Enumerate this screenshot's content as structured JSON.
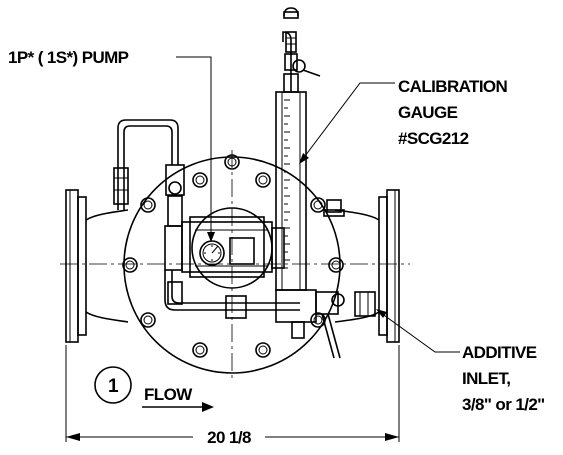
{
  "labels": {
    "pump": "1P* ( 1S*) PUMP",
    "calibration_line1": "CALIBRATION",
    "calibration_line2": "GAUGE",
    "calibration_line3": "#SCG212",
    "additive_line1": "ADDITIVE",
    "additive_line2": "INLET,",
    "additive_line3": "3/8\" or 1/2\"",
    "flow": "FLOW",
    "item_number": "1",
    "dimension": "20 1/8"
  }
}
